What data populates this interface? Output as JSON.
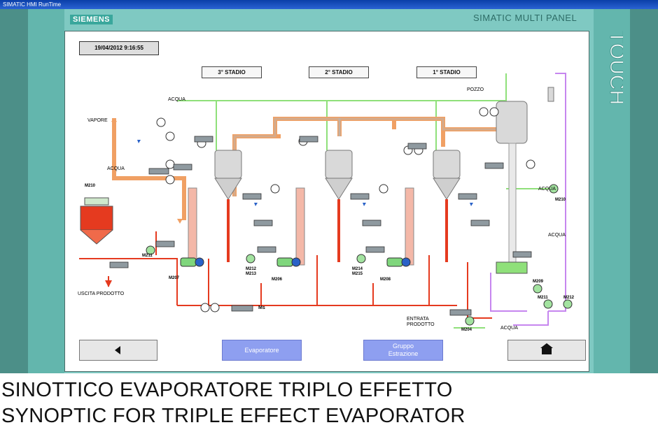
{
  "window": {
    "title": "SIMATIC HMI RunTime"
  },
  "brand": {
    "name": "SIEMENS",
    "panel": "SIMATIC MULTI PANEL",
    "touch": "TOUCH"
  },
  "screen": {
    "datetime": "19/04/2012 9:16:55",
    "stages": [
      "3° STADIO",
      "2° STADIO",
      "1° STADIO"
    ],
    "labels": {
      "vapore": "VAPORE",
      "acqua_top": "ACQUA",
      "acqua_left": "ACQUA",
      "acqua_right": "ACQUA",
      "acqua_rv": "ACQUA",
      "acqua_bottom": "ACQUA",
      "pozzo": "POZZO",
      "uscita": "USCITA PRODOTTO",
      "entrata": "ENTRATA PRODOTTO",
      "unit": "Ms"
    },
    "motors": [
      "M210",
      "M211",
      "M207",
      "M212",
      "M213",
      "M206",
      "M214",
      "M215",
      "M208",
      "M209",
      "M210",
      "M204",
      "M211",
      "M212"
    ],
    "buttons": {
      "evaporatore": "Evaporatore",
      "gruppo": "Gruppo Estrazione",
      "back_icon": "arrow-left-icon",
      "home_icon": "home-icon"
    }
  },
  "caption": {
    "it": "SINOTTICO EVAPORATORE TRIPLO EFFETTO",
    "en": "SYNOPTIC FOR TRIPLE EFFECT EVAPORATOR"
  },
  "colors": {
    "bezel": "#7fc9c2",
    "pipe_orange": "#f0a064",
    "pipe_red": "#e53a1f",
    "pipe_green": "#8fe07a",
    "pipe_violet": "#c686ef",
    "button": "#8e9ff0"
  }
}
